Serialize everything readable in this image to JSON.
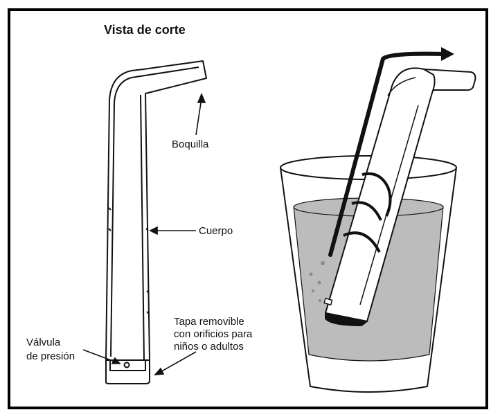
{
  "title": "Vista de corte",
  "labels": {
    "boquilla": "Boquilla",
    "cuerpo": "Cuerpo",
    "tapa_1": "Tapa removible",
    "tapa_2": "con orificios para",
    "tapa_3": "niños o adultos",
    "valvula_1": "Válvula",
    "valvula_2": "de presión"
  },
  "colors": {
    "line": "#111111",
    "water": "#bcbcbc",
    "glass_fill": "#ffffff",
    "straw_fill": "#ffffff"
  }
}
